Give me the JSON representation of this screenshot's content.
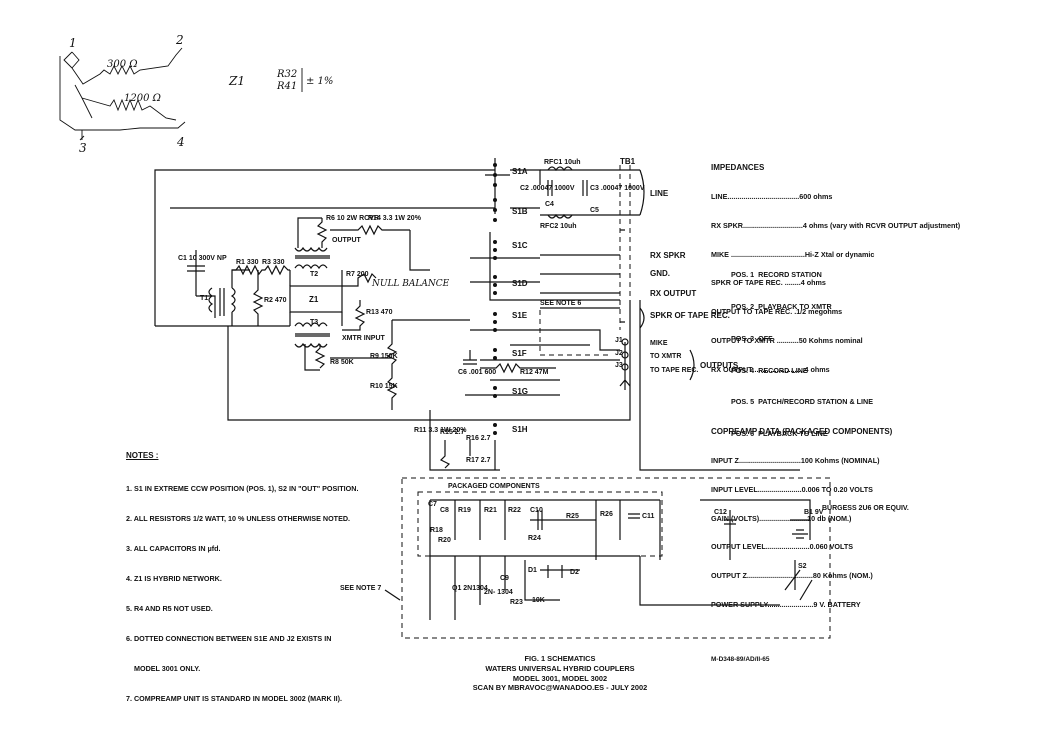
{
  "sketch": {
    "terminals": [
      "1",
      "2",
      "3",
      "4"
    ],
    "resistor_values": [
      "300 Ω",
      "1200 Ω"
    ],
    "z_label": "Z1",
    "r_labels": [
      "R32",
      "R41"
    ],
    "tolerance": "± 1%"
  },
  "schematic": {
    "switch_sections": [
      "S1A",
      "S1B",
      "S1C",
      "S1D",
      "S1E",
      "S1F",
      "S1G",
      "S1H"
    ],
    "tb": "TB1",
    "line_label": "LINE",
    "connector_labels": [
      "RX SPKR",
      "GND.",
      "RX OUTPUT",
      "SPKR OF TAPE REC.",
      "MIKE",
      "TO XMTR",
      "TO TAPE REC.",
      "OUTPUTS"
    ],
    "jacks": [
      "J1",
      "J2",
      "J3"
    ],
    "see_note_6": "SEE NOTE 6",
    "see_note_7": "SEE NOTE 7",
    "components": {
      "rfc1": "RFC1 10uh",
      "rfc2": "RFC2 10uh",
      "c2": "C2 .00047 1000V",
      "c3": "C3 .00047 1000V",
      "c4": "C4",
      "c5": "C5",
      "c1": "C1 10 300V NP",
      "t1": "T1",
      "t2": "T2",
      "t3": "T3",
      "r1": "R1 330",
      "r3": "R3 330",
      "r2": "R2 470",
      "z1": "Z1",
      "r6": "R6 10 2W RCVR",
      "output": "OUTPUT",
      "r14": "R14 3.3 1W 20%",
      "r7": "R7 200",
      "null_balance": "NULL BALANCE",
      "r13": "R13 470",
      "xmtr_input": "XMTR INPUT",
      "r8": "R8 50K",
      "r9": "R9 150K",
      "r10": "R10 15K",
      "c6": "C6 .001 600",
      "r12": "R12 47M",
      "r11": "R11 3.3 1W 20%",
      "r15": "R15 2.7",
      "r16": "R16 2.7",
      "r17": "R17 2.7",
      "packaged": "PACKAGED COMPONENTS",
      "c7": "C7",
      "c8": "C8",
      "r18": "R18",
      "r19": "R19",
      "r20": "R20",
      "r21": "R21",
      "r22": "R22",
      "c10": "C10",
      "r23": "R23",
      "r24": "R24",
      "r25": "R25",
      "r26": "R26",
      "c11": "C11",
      "c12": "C12",
      "q1": "Q1 2N1304",
      "q2": "2N- 1304",
      "c9": "C9",
      "d1": "D1",
      "d2": "D2",
      "r23b": "R23",
      "k10": "10K",
      "b1": "B1 9V",
      "s2": "S2",
      "burgess": "BURGESS 2U6 OR EQUIV."
    }
  },
  "impedances": {
    "title": "IMPEDANCES",
    "lines": [
      "LINE....................................600 ohms",
      "RX SPKR..............................4 ohms (vary with RCVR OUTPUT adjustment)",
      "MIKE .....................................Hi-Z Xtal or dynamic",
      "SPKR OF TAPE REC. ........4 ohms",
      "OUTPUT TO TAPE REC. .1/2 megohms",
      "OUTPUT TO XMTR ...........50 Kohms nominal",
      "RX OUTPUT .........................4 ohms"
    ]
  },
  "positions": [
    "POS. 1  RECORD STATION",
    "POS. 2  PLAYBACK TO XMTR",
    "POS. 3  OFF",
    "POS. 4  RECORD LINE",
    "POS. 5  PATCH/RECORD STATION & LINE",
    "POS. 6  PLAYBACK TO LINE"
  ],
  "compreamp": {
    "title": "COPREAMP DATA (PACKAGED COMPONENTS)",
    "lines": [
      "INPUT Z...............................100 Kohms (NOMINAL)",
      "INPUT LEVEL......................0.006 TO 0.20 VOLTS",
      "GAIN (VOLTS)........................10 db (NOM.)",
      "OUTPUT LEVEL......................0.060 VOLTS",
      "OUTPUT Z.................................80 Kohms (NOM.)",
      "POWER SUPPLY.......................9 V. BATTERY"
    ]
  },
  "notes": {
    "title": "NOTES :",
    "items": [
      "1. S1 IN EXTREME CCW POSITION (POS. 1), S2 IN \"OUT\" POSITION.",
      "2. ALL RESISTORS 1/2 WATT, 10 % UNLESS OTHERWISE NOTED.",
      "3. ALL CAPACITORS IN µfd.",
      "4. Z1 IS HYBRID NETWORK.",
      "5. R4 AND R5 NOT USED.",
      "6. DOTTED CONNECTION BETWEEN S1E AND J2 EXISTS IN",
      "    MODEL 3001 ONLY.",
      "7. COMPREAMP UNIT IS STANDARD IN MODEL 3002 (MARK II)."
    ]
  },
  "caption": {
    "lines": [
      "FIG. 1 SCHEMATICS",
      "WATERS UNIVERSAL HYBRID COUPLERS",
      "MODEL 3001, MODEL 3002",
      "SCAN BY MBRAVOC@WANADOO.ES - JULY 2002"
    ]
  },
  "docref": "M-D348-89/AD/II-65"
}
